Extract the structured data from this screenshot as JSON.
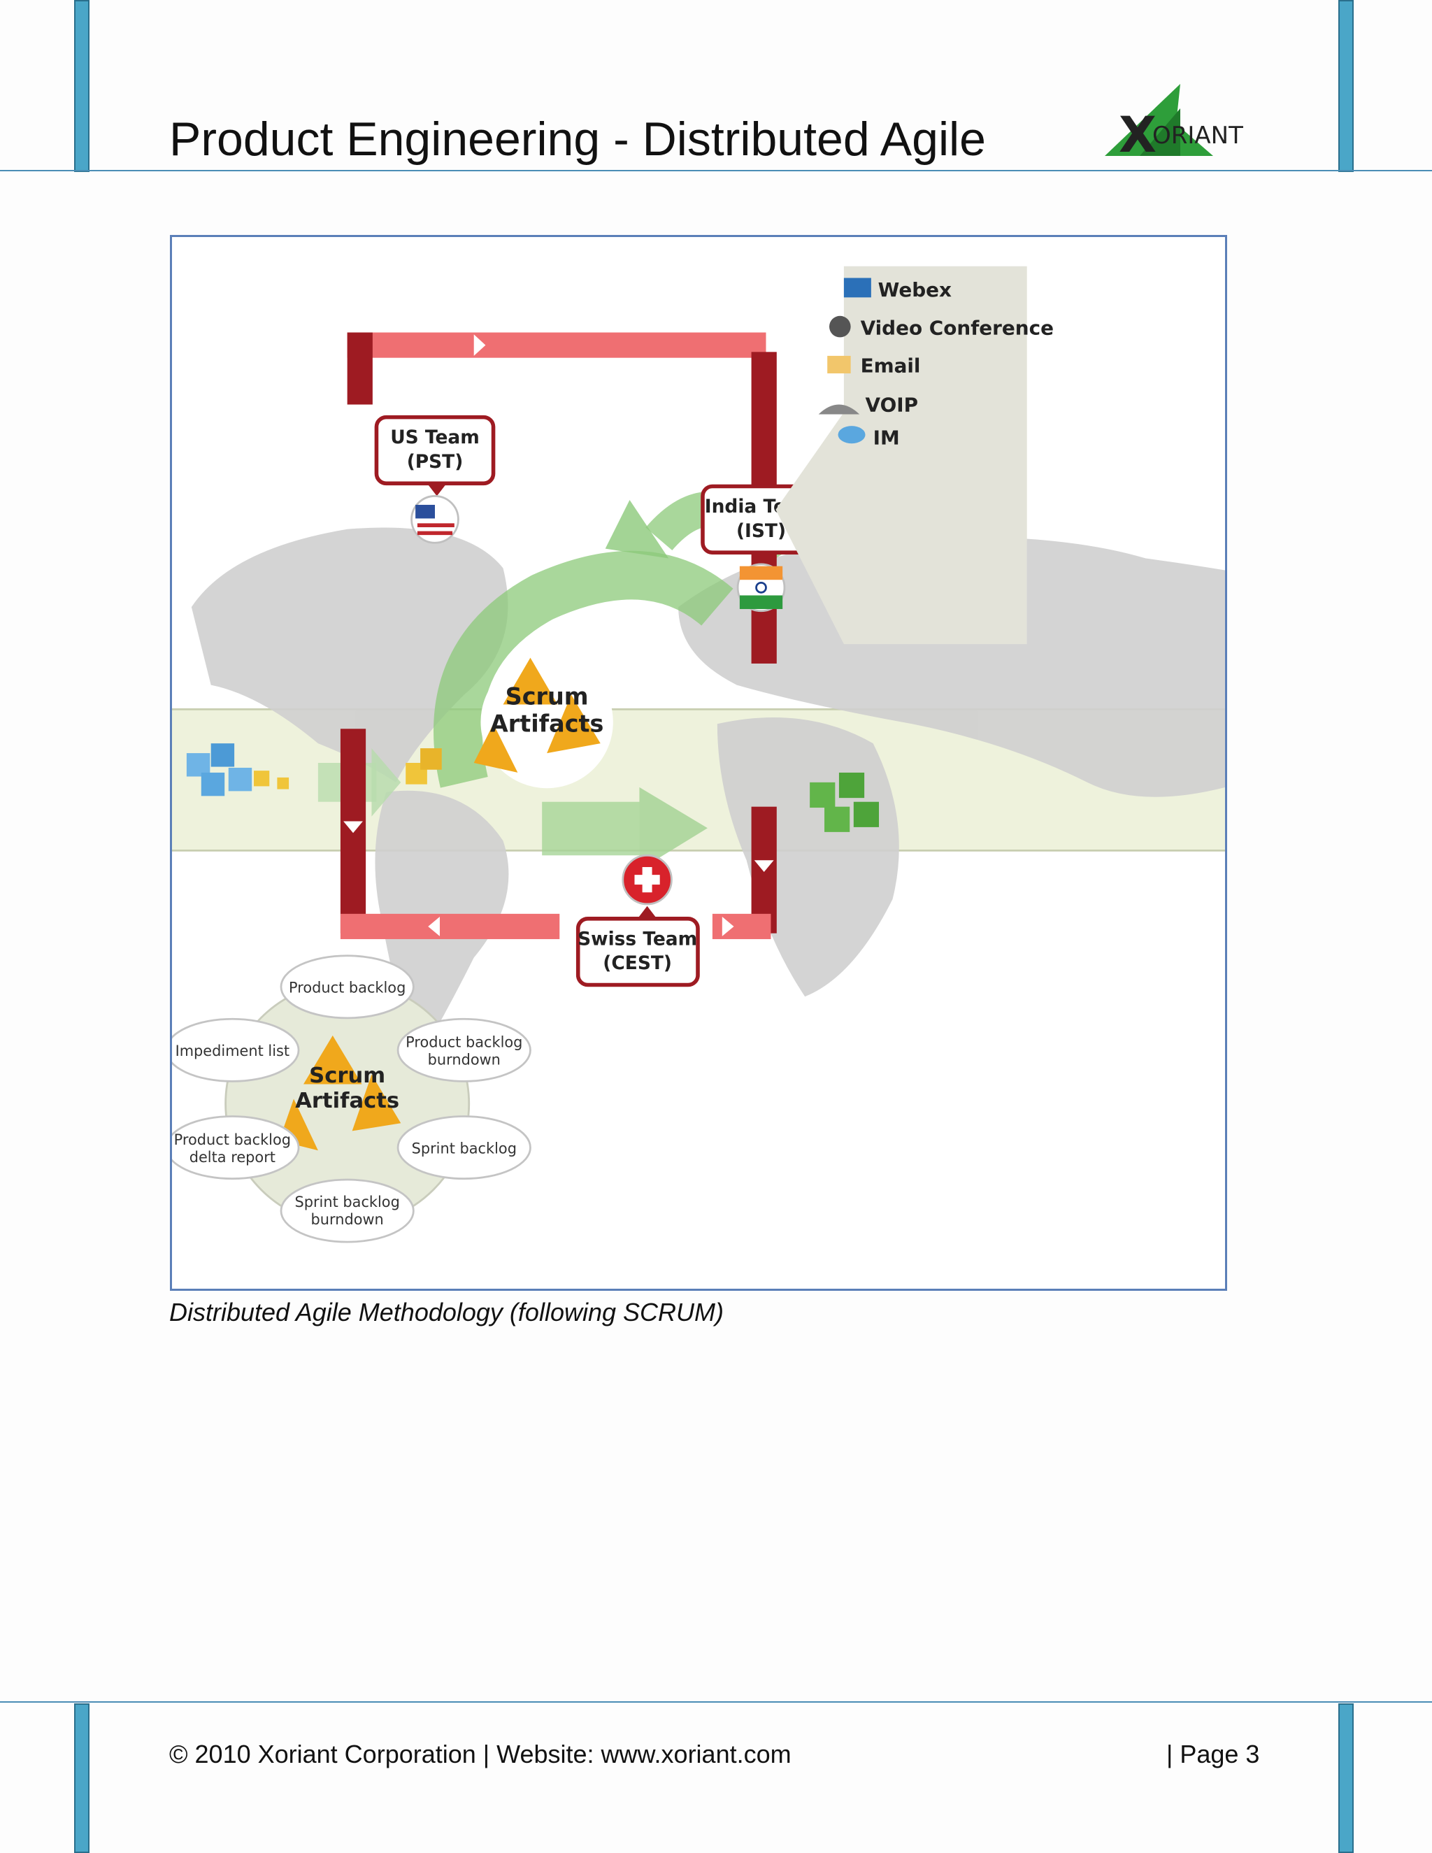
{
  "header": {
    "title": "Product Engineering - Distributed Agile",
    "logo_text": "ORIANT",
    "logo_letter": "X"
  },
  "diagram": {
    "teams": [
      {
        "name": "US Team",
        "zone": "(PST)",
        "flag": "us-flag-icon"
      },
      {
        "name": "India Team",
        "zone": "(IST)",
        "flag": "india-flag-icon"
      },
      {
        "name": "Swiss Team",
        "zone": "(CEST)",
        "flag": "swiss-flag-icon"
      }
    ],
    "center_label_line1": "Scrum",
    "center_label_line2": "Artifacts",
    "tools": [
      {
        "label": "Webex",
        "icon": "webex-icon"
      },
      {
        "label": "Video Conference",
        "icon": "webcam-icon"
      },
      {
        "label": "Email",
        "icon": "email-icon"
      },
      {
        "label": "VOIP",
        "icon": "voip-phone-icon"
      },
      {
        "label": "IM",
        "icon": "chat-bubbles-icon"
      }
    ],
    "artifacts_label_line1": "Scrum",
    "artifacts_label_line2": "Artifacts",
    "artifacts": [
      {
        "line1": "Product backlog",
        "line2": ""
      },
      {
        "line1": "Product backlog",
        "line2": "burndown"
      },
      {
        "line1": "Sprint backlog",
        "line2": ""
      },
      {
        "line1": "Sprint backlog",
        "line2": "burndown"
      },
      {
        "line1": "Product backlog",
        "line2": "delta report"
      },
      {
        "line1": "Impediment list",
        "line2": ""
      }
    ],
    "colors": {
      "arrow_dark": "#9e1b22",
      "arrow_light": "#ef6f72",
      "recycle": "#f0a81c",
      "green_cycle": "#7fbf6a",
      "map": "#cfcfcf",
      "band": "#eef2dc"
    }
  },
  "caption": "Distributed Agile Methodology (following SCRUM)",
  "footer": {
    "left": "© 2010 Xoriant Corporation | Website: www.xoriant.com",
    "right": "| Page 3"
  }
}
